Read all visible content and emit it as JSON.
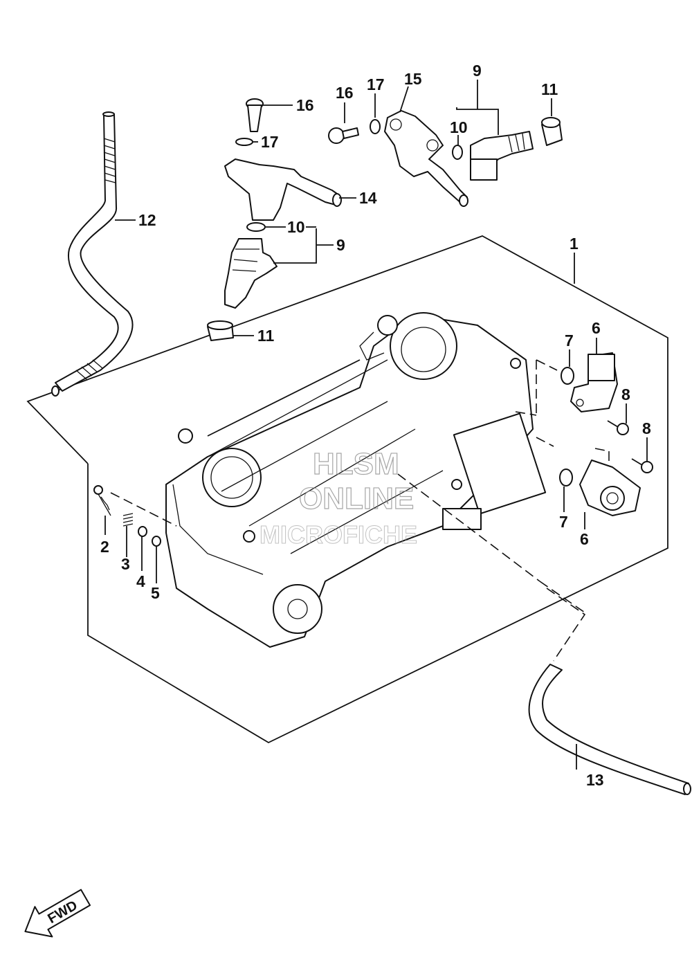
{
  "callouts": {
    "c1": "1",
    "c2": "2",
    "c3": "3",
    "c4": "4",
    "c5": "5",
    "c6a": "6",
    "c6b": "6",
    "c7a": "7",
    "c7b": "7",
    "c8a": "8",
    "c8b": "8",
    "c9a": "9",
    "c9b": "9",
    "c10a": "10",
    "c10b": "10",
    "c11a": "11",
    "c11b": "11",
    "c12": "12",
    "c13": "13",
    "c14": "14",
    "c15": "15",
    "c16a": "16",
    "c16b": "16",
    "c17a": "17",
    "c17b": "17"
  },
  "watermark": {
    "line1": "HLSM",
    "line2": "ONLINE",
    "line3": "MICROFICHE"
  },
  "direction_arrow": {
    "label": "FWD",
    "icon": "fwd-arrow-icon"
  }
}
